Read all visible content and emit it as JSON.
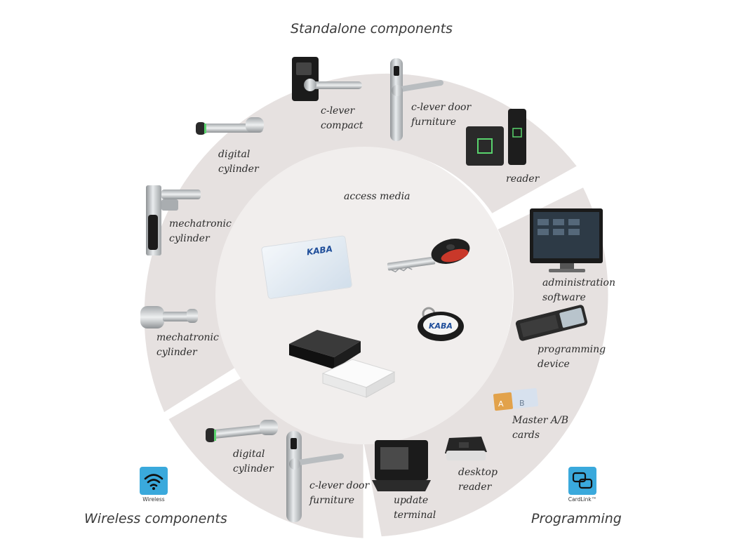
{
  "sections": {
    "standalone": "Standalone components",
    "wireless": "Wireless components",
    "programming": "Programming"
  },
  "center": {
    "title": "access media",
    "card_brand": "KABA",
    "fob_brand": "KABA"
  },
  "items": {
    "c_lever_compact": [
      "c-lever",
      "compact"
    ],
    "c_lever_door_furniture_top": [
      "c-lever door",
      "furniture"
    ],
    "reader": [
      "reader"
    ],
    "digital_cylinder_top": [
      "digital",
      "cylinder"
    ],
    "mechatronic_cylinder_1": [
      "mechatronic",
      "cylinder"
    ],
    "mechatronic_cylinder_2": [
      "mechatronic",
      "cylinder"
    ],
    "administration_software": [
      "administration",
      "software"
    ],
    "programming_device": [
      "programming",
      "device"
    ],
    "master_cards": [
      "Master A/B",
      "cards"
    ],
    "desktop_reader": [
      "desktop",
      "reader"
    ],
    "update_terminal": [
      "update",
      "terminal"
    ],
    "digital_cylinder_bottom": [
      "digital",
      "cylinder"
    ],
    "c_lever_door_furniture_bottom": [
      "c-lever door",
      "furniture"
    ]
  },
  "badges": {
    "wireless": {
      "caption": "Wireless",
      "icon": "wifi-icon",
      "color": "#3aa9dc"
    },
    "cardlink": {
      "caption": "CardLink™",
      "icon": "cardlink-icon",
      "color": "#3aa9dc"
    }
  },
  "colors": {
    "ring": "#e6e1e0",
    "inner": "#f1eeed",
    "accent": "#3aa9dc"
  },
  "master_cards_letters": [
    "A",
    "B"
  ]
}
